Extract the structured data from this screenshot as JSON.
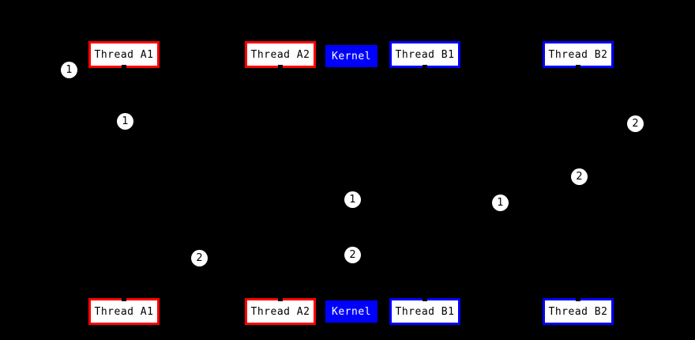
{
  "diagram": {
    "actors": [
      {
        "label": "Thread A1",
        "type": "red"
      },
      {
        "label": "Thread A2",
        "type": "red"
      },
      {
        "label": "Kernel",
        "type": "kernel"
      },
      {
        "label": "Thread B1",
        "type": "blue"
      },
      {
        "label": "Thread B2",
        "type": "blue"
      }
    ],
    "markers": [
      {
        "label": "1"
      },
      {
        "label": "1"
      },
      {
        "label": "2"
      },
      {
        "label": "2"
      },
      {
        "label": "1"
      },
      {
        "label": "1"
      },
      {
        "label": "2"
      },
      {
        "label": "2"
      }
    ],
    "colors": {
      "background": "#000000",
      "red": "#ff0000",
      "blue": "#0000ff",
      "box_bg": "#ffffff",
      "box_text": "#000000",
      "kernel_bg": "#0000ff",
      "kernel_text": "#ffffff",
      "marker_bg": "#ffffff",
      "marker_text": "#000000"
    }
  }
}
